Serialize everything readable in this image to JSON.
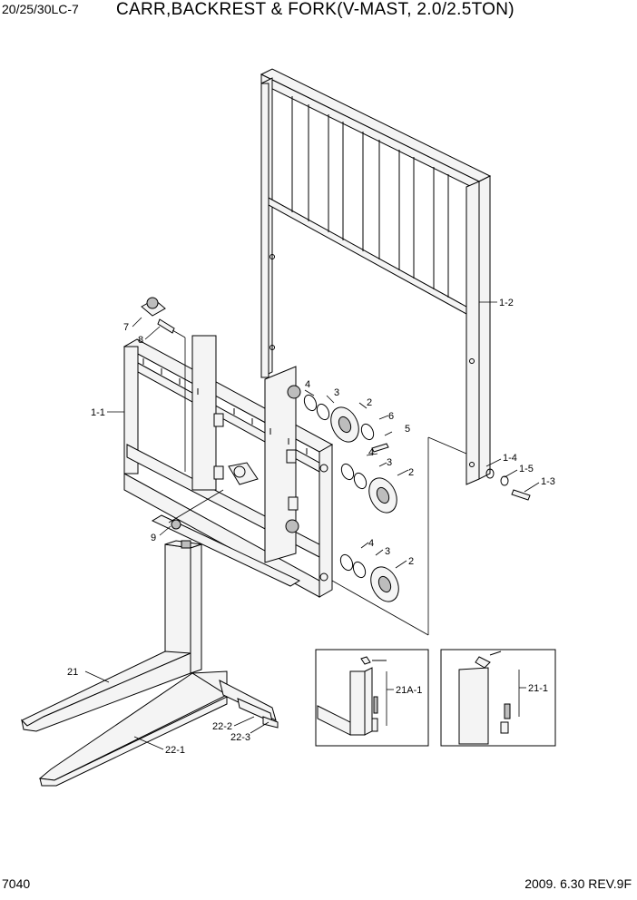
{
  "header": {
    "model": "20/25/30LC-7",
    "title": "CARR,BACKREST & FORK(V-MAST, 2.0/2.5TON)"
  },
  "footer": {
    "page_number": "7040",
    "revision": "2009. 6.30 REV.9F"
  },
  "callouts": {
    "c1_2": "1-2",
    "c1_1": "1-1",
    "c7": "7",
    "c8": "8",
    "c4a": "4",
    "c3a": "3",
    "c2a": "2",
    "c6": "6",
    "c5": "5",
    "c4b": "4",
    "c3b": "3",
    "c2b": "2",
    "c1_4": "1-4",
    "c1_5": "1-5",
    "c1_3": "1-3",
    "c9": "9",
    "c4c": "4",
    "c3c": "3",
    "c2c": "2",
    "c21": "21",
    "c22_2": "22-2",
    "c22_3": "22-3",
    "c22_1": "22-1",
    "c21a_1": "21A-1",
    "c21_1": "21-1"
  }
}
